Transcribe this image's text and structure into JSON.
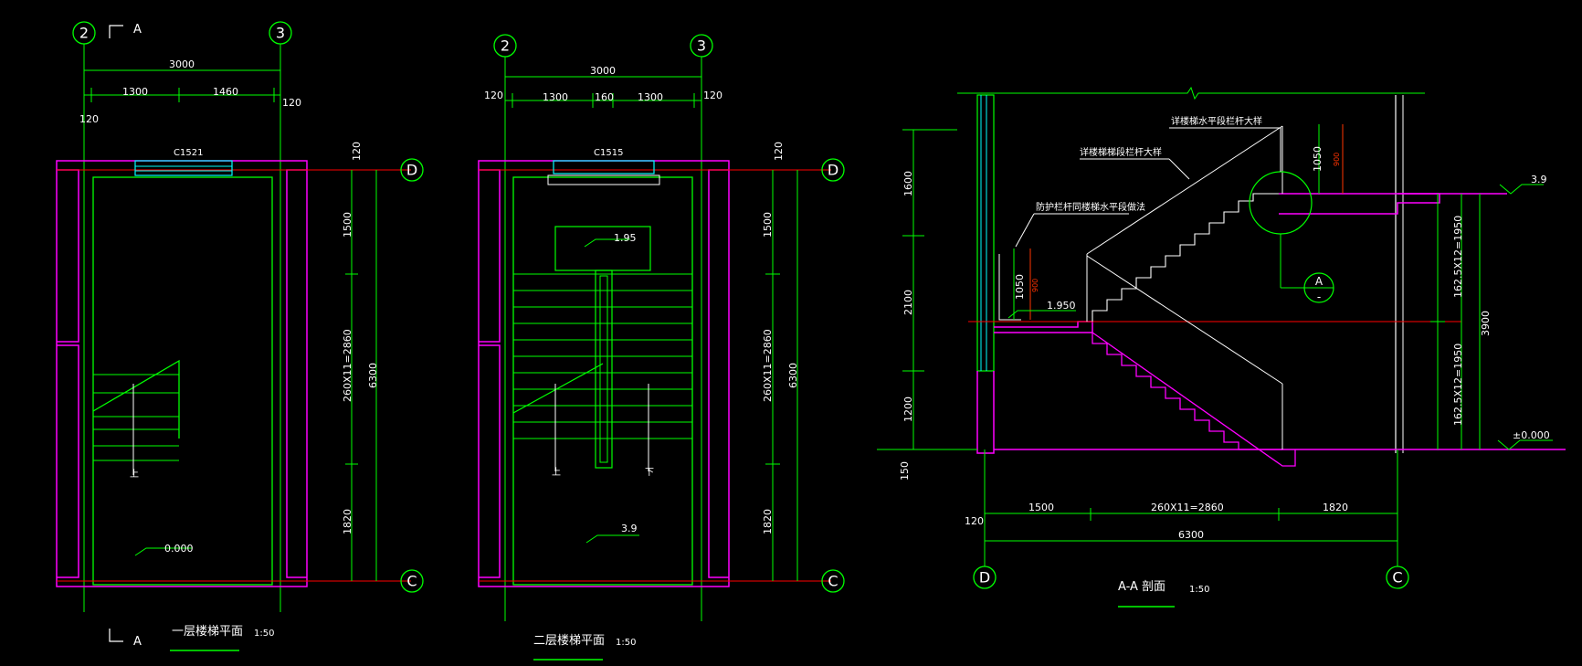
{
  "colors": {
    "background": "#000000",
    "wall": "#ff00ff",
    "outline": "#00ff00",
    "axis": "#ff0000",
    "text": "#ffffff",
    "window": "#00ffff"
  },
  "plan1": {
    "axis_left": "2",
    "axis_right": "3",
    "section_mark": "A",
    "section_mark_bottom": "A",
    "dim_total": "3000",
    "dim_a": "1300",
    "dim_b": "1460",
    "dim_edge_left": "120",
    "dim_edge_right": "120",
    "window_code": "C1521",
    "v_dim_top": "120",
    "v_dim_1": "1500",
    "v_dim_2": "260X11=2860",
    "v_dim_3": "1820",
    "v_dim_total": "6300",
    "axis_d": "D",
    "axis_c": "C",
    "up_mark": "上",
    "elevation": "0.000",
    "title": "一层楼梯平面",
    "scale": "1:50"
  },
  "plan2": {
    "axis_left": "2",
    "axis_right": "3",
    "dim_total": "3000",
    "dim_a": "1300",
    "dim_b": "160",
    "dim_c": "1300",
    "dim_edge_left": "120",
    "dim_edge_right": "120",
    "window_code": "C1515",
    "v_dim_top": "120",
    "v_dim_1": "1500",
    "v_dim_2": "260X11=2860",
    "v_dim_3": "1820",
    "v_dim_total": "6300",
    "axis_d": "D",
    "axis_c": "C",
    "landing_elev": "1.95",
    "floor_elev": "3.9",
    "up_mark": "上",
    "down_mark": "下",
    "title": "二层楼梯平面",
    "scale": "1:50"
  },
  "section": {
    "note_1": "详楼梯水平段栏杆大样",
    "note_2": "详楼梯梯段栏杆大样",
    "note_3": "防护栏杆同楼梯水平段做法",
    "rail_h_1": "1050",
    "rail_h_1b": "900",
    "rail_h_2": "1050",
    "rail_h_2b": "900",
    "landing_elev": "1.950",
    "top_elev": "3.9",
    "ground_elev": "±0.000",
    "left_dim_1": "1600",
    "left_dim_2": "2100",
    "left_dim_3": "1200",
    "left_dim_4": "150",
    "right_dim_1": "162.5X12=1950",
    "right_dim_2": "162.5X12=1950",
    "right_dim_total": "3900",
    "detail_mark": "A",
    "detail_sub": "-",
    "bot_edge": "120",
    "bot_dim_1": "1500",
    "bot_dim_2": "260X11=2860",
    "bot_dim_3": "1820",
    "bot_total": "6300",
    "axis_d": "D",
    "axis_c": "C",
    "title": "A-A 剖面",
    "scale": "1:50"
  }
}
